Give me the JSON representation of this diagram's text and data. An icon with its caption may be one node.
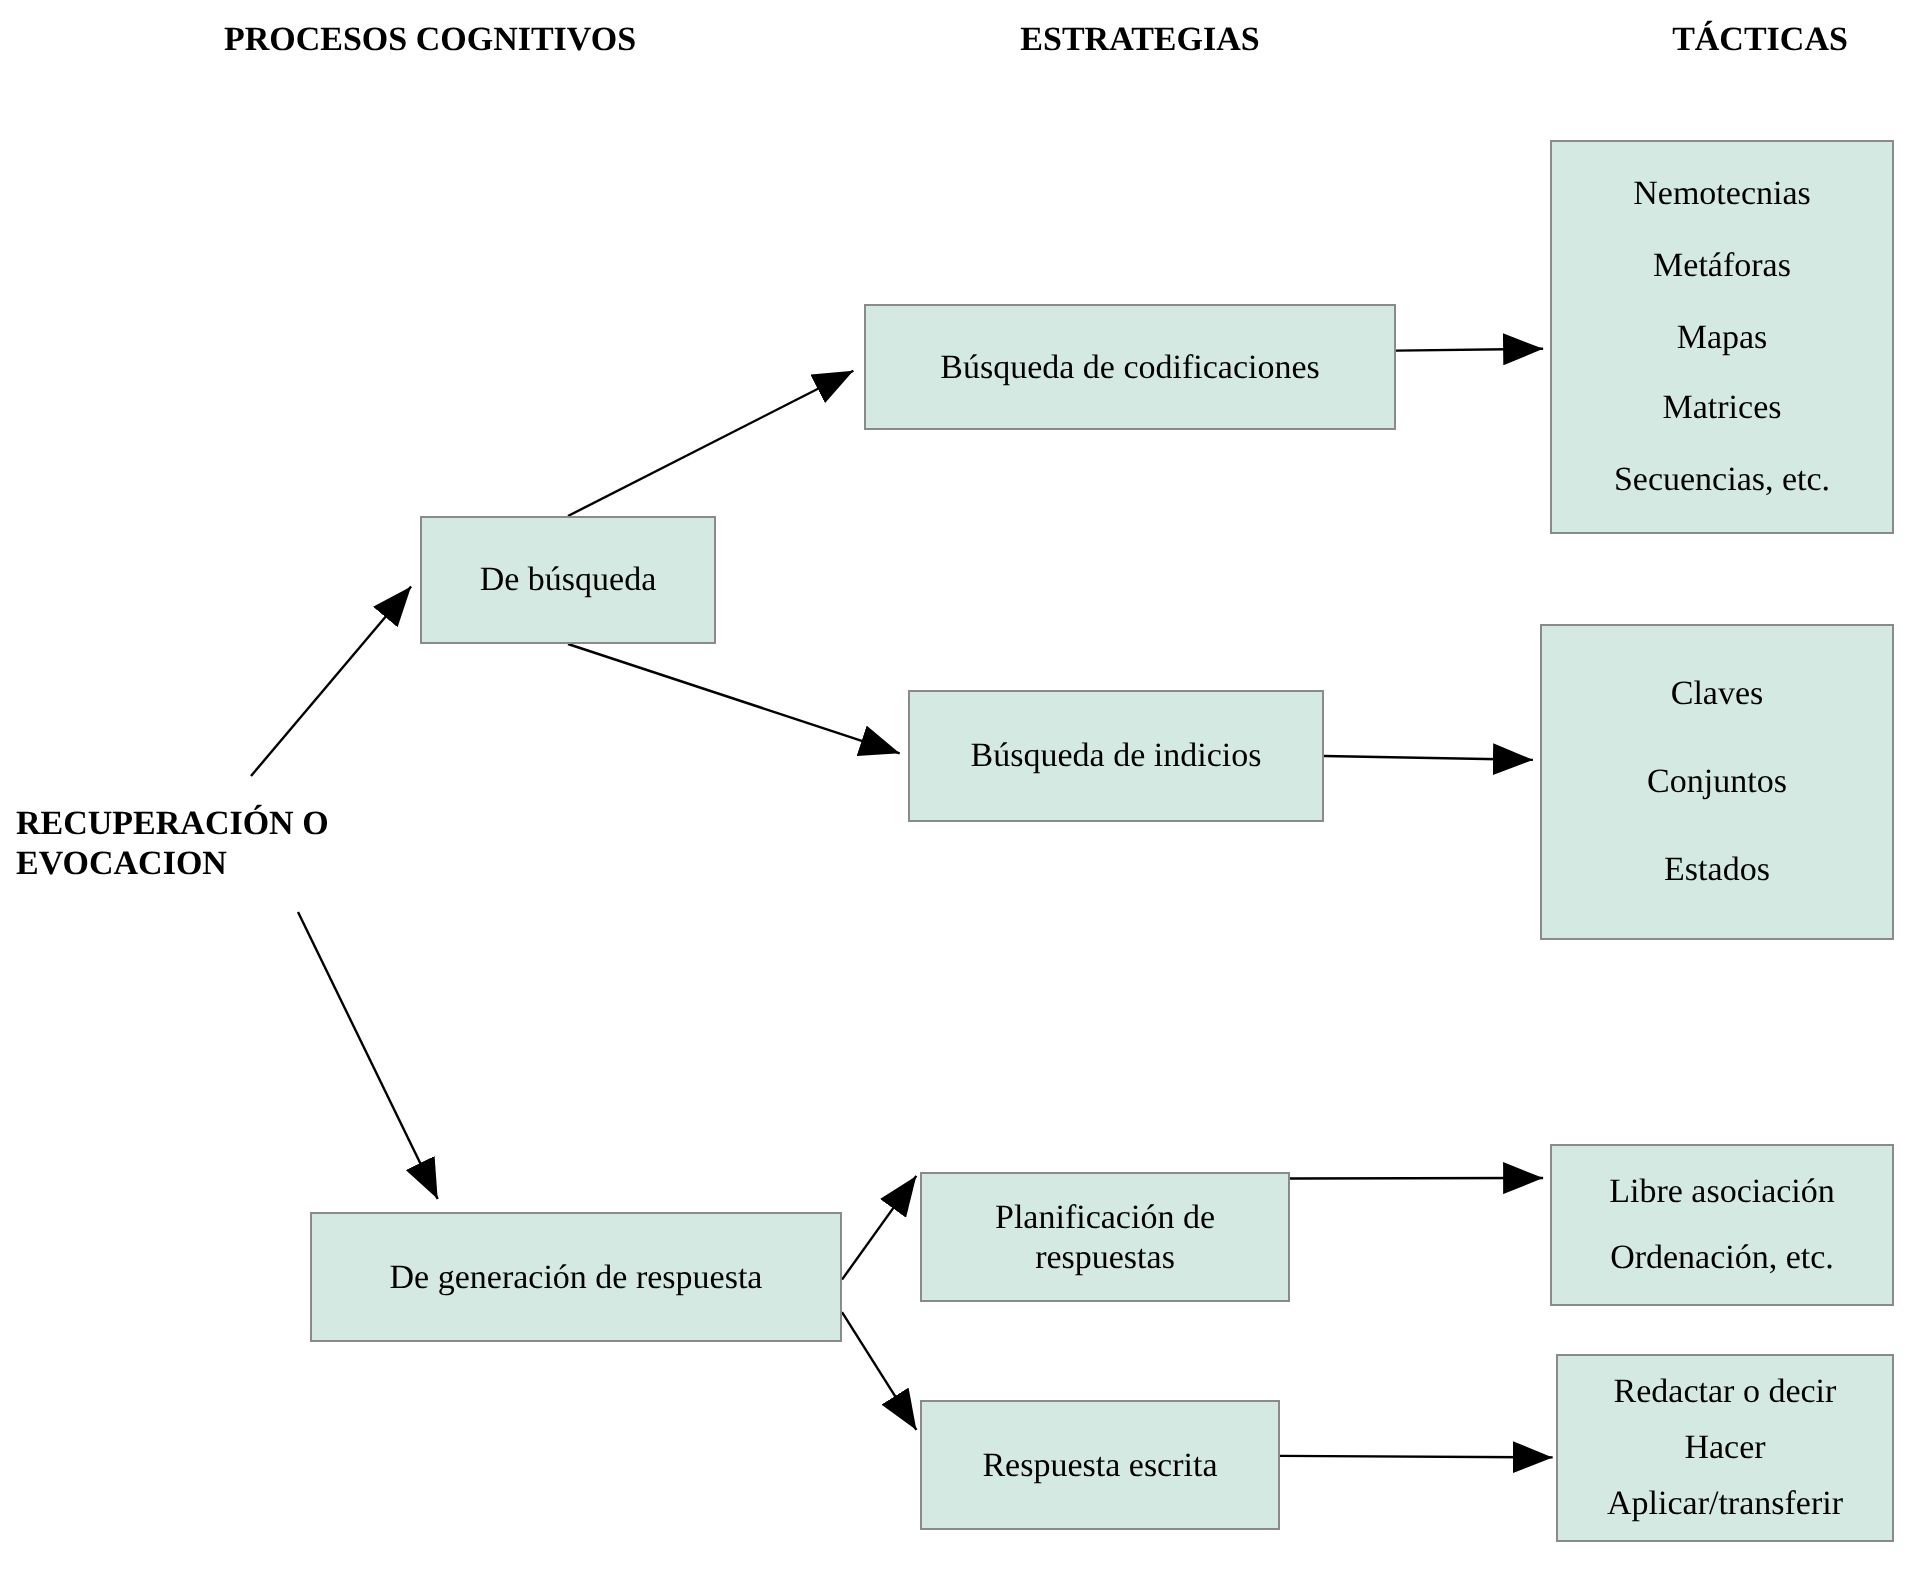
{
  "diagram": {
    "nodes": [
      {
        "text": [
          "RECUPERACIÓN O EVOCACION"
        ]
      },
      {
        "text": [
          "De búsqueda"
        ]
      },
      {
        "text": [
          "De generación de respuesta"
        ]
      },
      {
        "text": [
          "Búsqueda de codificaciones"
        ]
      },
      {
        "text": [
          "Búsqueda de indicios"
        ]
      },
      {
        "text": [
          "Planificación de respuestas"
        ]
      },
      {
        "text": [
          "Respuesta escrita"
        ]
      },
      {
        "text": [
          "Nemotecnias",
          "Metáforas",
          "Mapas",
          "Matrices",
          "Secuencias, etc."
        ]
      },
      {
        "text": [
          "Claves",
          "Conjuntos",
          "Estados"
        ]
      },
      {
        "text": [
          "Libre asociación",
          "Ordenación, etc."
        ]
      },
      {
        "text": [
          "Redactar o decir",
          "Hacer",
          "Aplicar/transferir"
        ]
      }
    ],
    "edges": [
      {
        "from": 0,
        "to": 1,
        "arrow": "to"
      },
      {
        "from": 0,
        "to": 2,
        "arrow": "to"
      },
      {
        "from": 1,
        "to": 3,
        "arrow": "to"
      },
      {
        "from": 1,
        "to": 4,
        "arrow": "to"
      },
      {
        "from": 2,
        "to": 5,
        "arrow": "to"
      },
      {
        "from": 2,
        "to": 6,
        "arrow": "to"
      },
      {
        "from": 3,
        "to": 7,
        "arrow": "to"
      },
      {
        "from": 4,
        "to": 8,
        "arrow": "to"
      },
      {
        "from": 5,
        "to": 9,
        "arrow": "to"
      },
      {
        "from": 6,
        "to": 10,
        "arrow": "to"
      }
    ],
    "labels": [
      "PROCESOS COGNITIVOS",
      "ESTRATEGIAS",
      "TÁCTICAS"
    ]
  }
}
